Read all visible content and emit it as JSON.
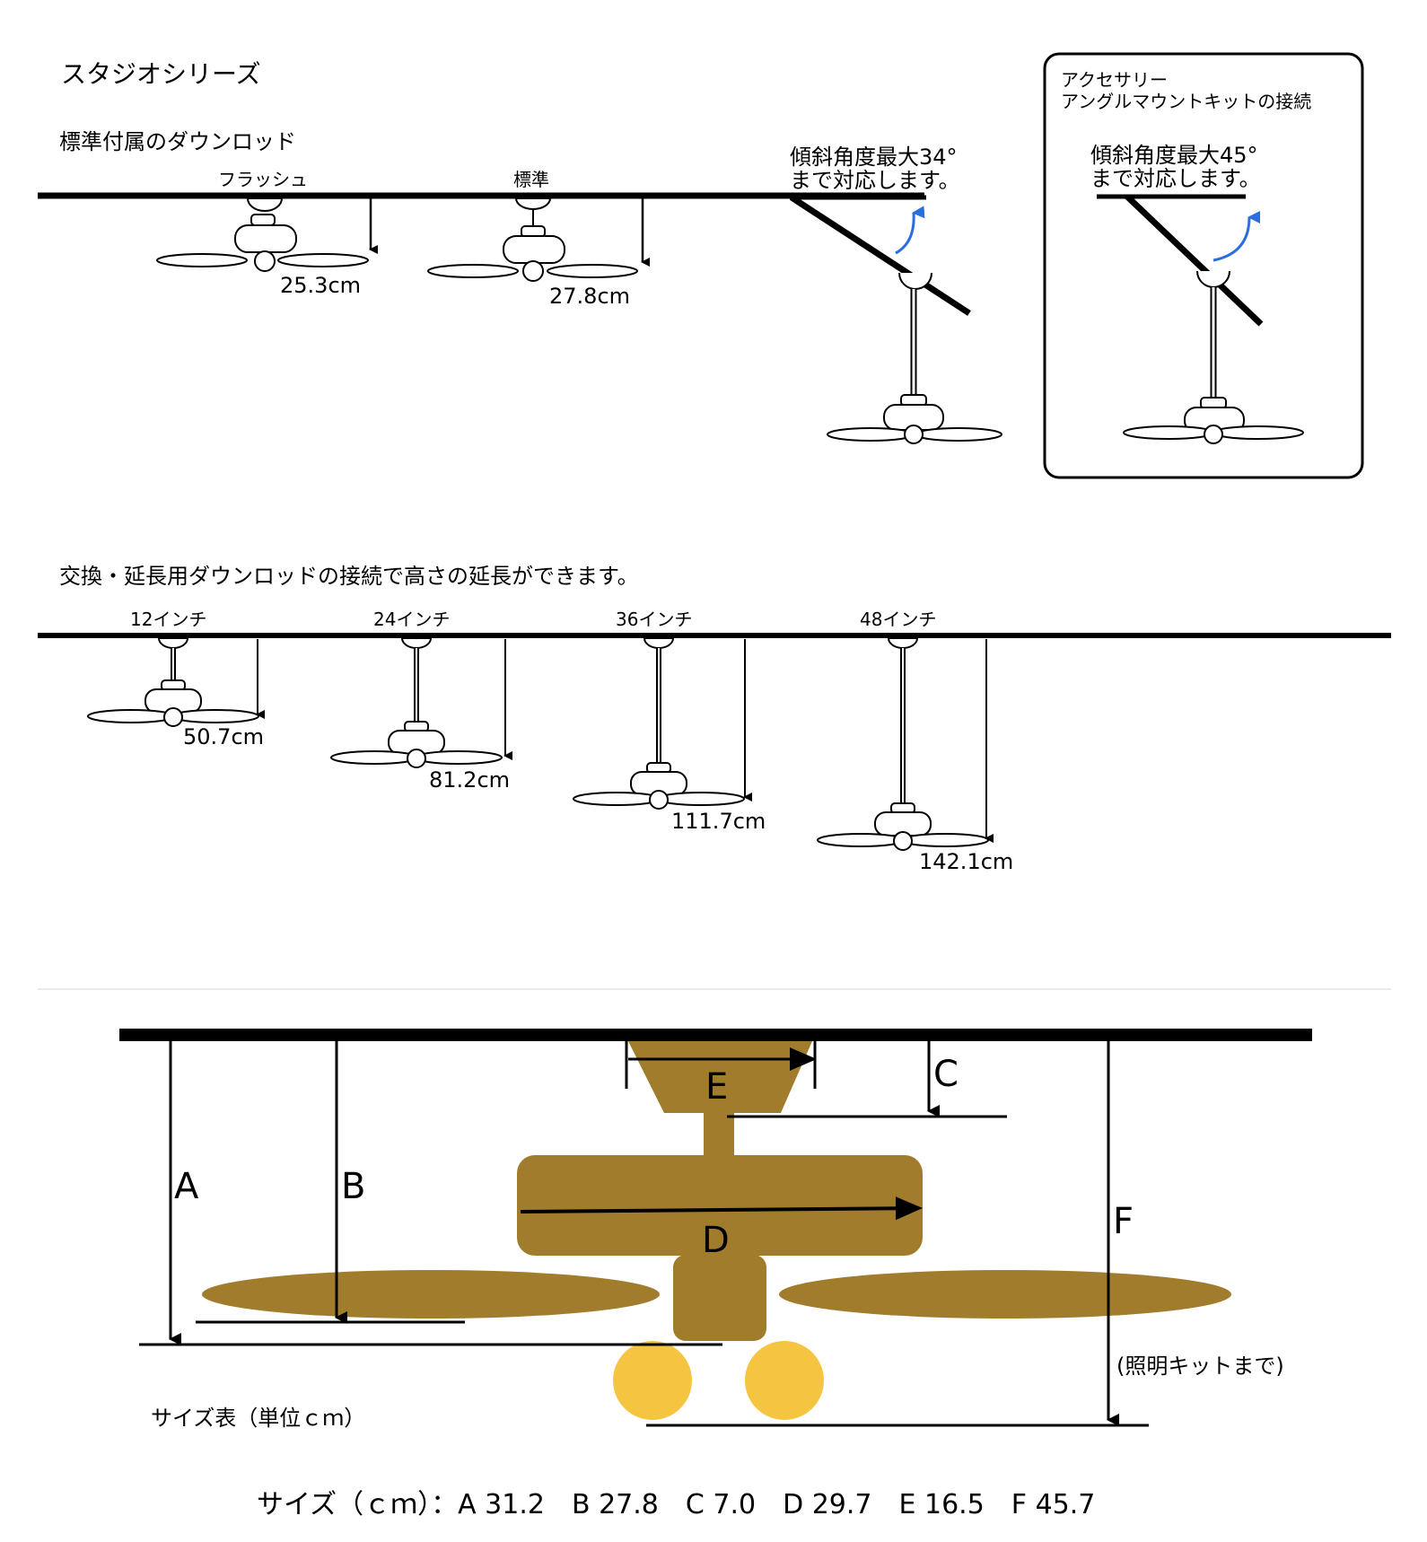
{
  "section1": {
    "series_title": "スタジオシリーズ",
    "standard_title": "標準付属のダウンロッド",
    "flush": {
      "label": "フラッシュ",
      "height": "25.3cm"
    },
    "standard": {
      "label": "標準",
      "height": "27.8cm"
    },
    "slope": {
      "line1": "傾斜角度最大34°",
      "line2": "まで対応します。"
    },
    "accessory": {
      "line1": "アクセサリー",
      "line2": "アングルマウントキットの接続",
      "slope_line1": "傾斜角度最大45°",
      "slope_line2": "まで対応します。"
    }
  },
  "section2": {
    "title": "交換・延長用ダウンロッドの接続で高さの延長ができます。",
    "rods": [
      {
        "label": "12インチ",
        "height": "50.7cm"
      },
      {
        "label": "24インチ",
        "height": "81.2cm"
      },
      {
        "label": "36インチ",
        "height": "111.7cm"
      },
      {
        "label": "48インチ",
        "height": "142.1cm"
      }
    ]
  },
  "section3": {
    "letters": {
      "a": "A",
      "b": "B",
      "c": "C",
      "d": "D",
      "e": "E",
      "f": "F"
    },
    "f_note": "(照明キットまで)",
    "table_title": "サイズ表（単位ｃｍ）",
    "sizes": "サイズ（ｃｍ）：A 31.2　B 27.8　C 7.0　D 29.7　E 16.5　F 45.7"
  },
  "colors": {
    "fan_brown": "#a07c2c",
    "bulb_yellow": "#f5c542",
    "arrow_blue": "#2a6ee0"
  }
}
